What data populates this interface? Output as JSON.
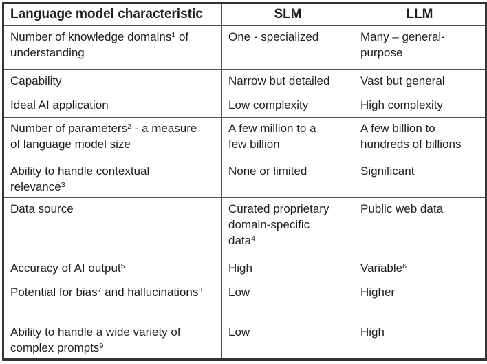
{
  "table": {
    "header": {
      "characteristic": "Language model characteristic",
      "slm": "SLM",
      "llm": "LLM"
    },
    "rows": [
      {
        "characteristic": [
          {
            "t": "Number of knowledge domains"
          },
          {
            "t": "1",
            "sup": true
          },
          {
            "t": " of understanding"
          }
        ],
        "slm": "One - specialized",
        "llm": "Many – general-purpose"
      },
      {
        "characteristic": "Capability",
        "slm": "Narrow but detailed",
        "llm": "Vast but general"
      },
      {
        "characteristic": "Ideal AI application",
        "slm": "Low complexity",
        "llm": "High complexity"
      },
      {
        "characteristic": [
          {
            "t": "Number of parameters"
          },
          {
            "t": "2",
            "sup": true
          },
          {
            "t": " - a measure of language model size"
          }
        ],
        "slm": "A few million to a few billion",
        "llm": "A few billion to hundreds of billions"
      },
      {
        "characteristic": [
          {
            "t": "Ability to handle contextual relevance"
          },
          {
            "t": "3",
            "sup": true
          }
        ],
        "slm": "None or limited",
        "llm": "Significant"
      },
      {
        "characteristic": "Data source",
        "slm": [
          {
            "t": "Curated proprietary domain-specific data"
          },
          {
            "t": "4",
            "sup": true
          }
        ],
        "llm": "Public web data"
      },
      {
        "characteristic": [
          {
            "t": "Accuracy of AI output"
          },
          {
            "t": "5",
            "sup": true
          }
        ],
        "slm": "High",
        "llm": [
          {
            "t": "Variable"
          },
          {
            "t": "6",
            "sup": true
          }
        ]
      },
      {
        "characteristic": [
          {
            "t": "Potential for bias"
          },
          {
            "t": "7",
            "sup": true
          },
          {
            "t": " and hallucinations"
          },
          {
            "t": "8",
            "sup": true
          }
        ],
        "slm": "Low",
        "llm": "Higher"
      },
      {
        "characteristic": [
          {
            "t": "Ability to handle a wide variety of complex prompts"
          },
          {
            "t": "9",
            "sup": true
          }
        ],
        "slm": "Low",
        "llm": "High"
      }
    ],
    "border_color": "#333333",
    "grid_color": "#4f4f4f",
    "text_color": "#1f1f1f"
  }
}
